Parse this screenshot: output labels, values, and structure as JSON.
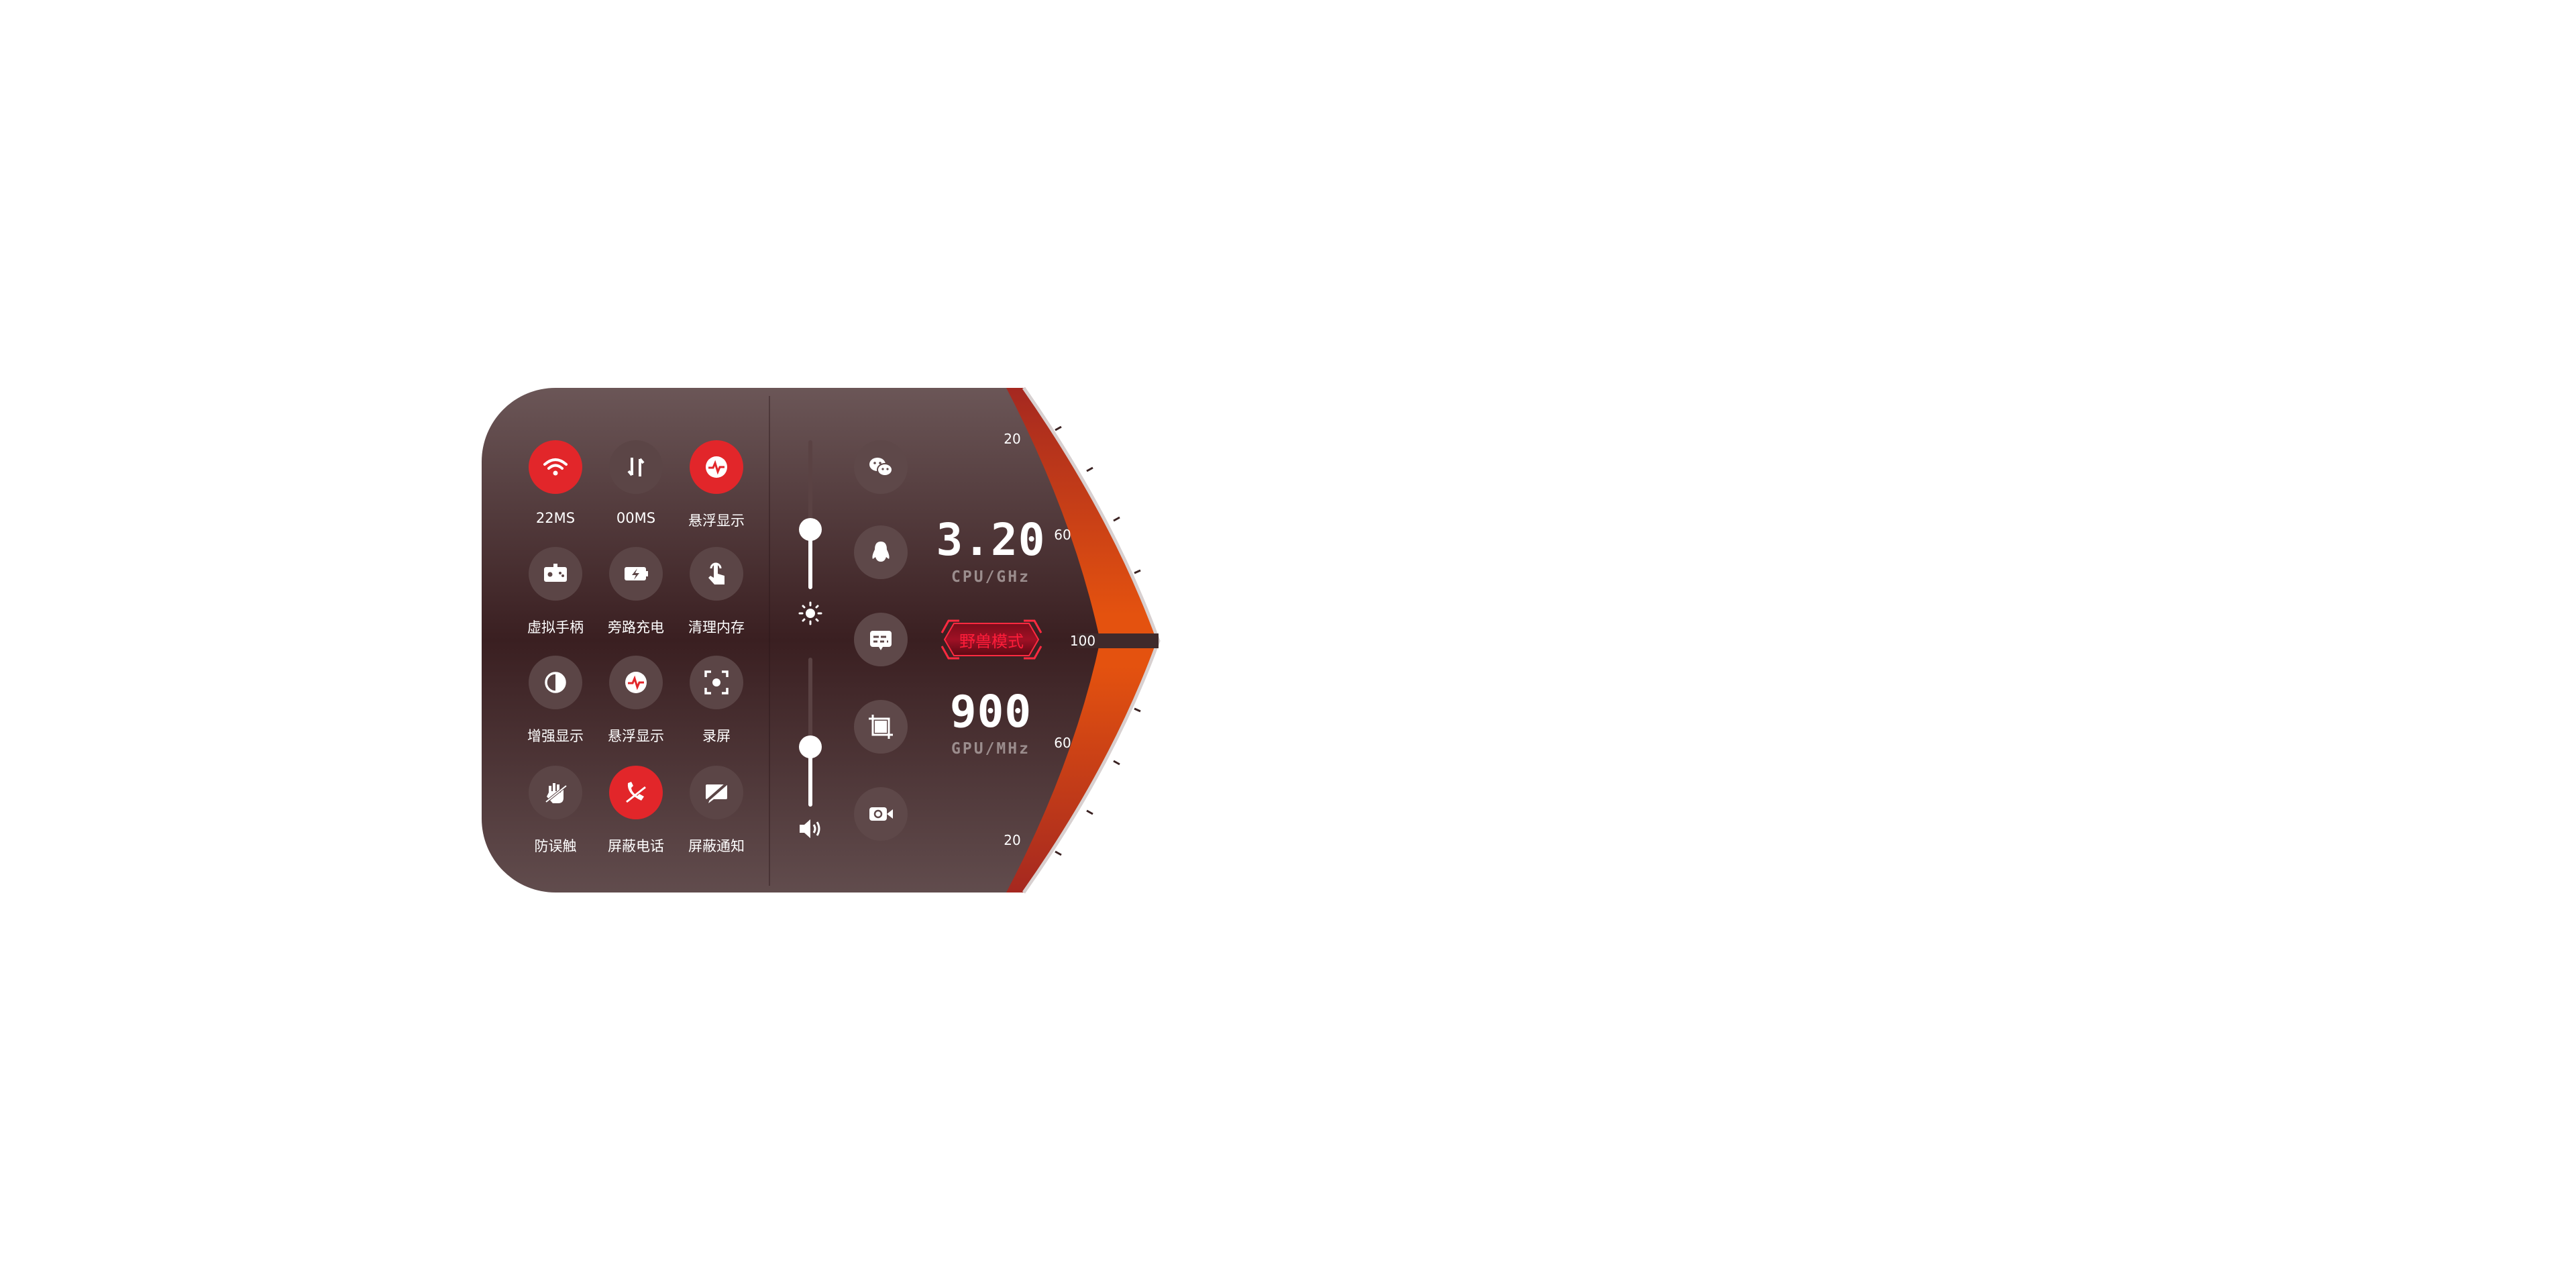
{
  "colors": {
    "accent_red": "#e2262a",
    "panel_top": "#6b5657",
    "panel_mid": "#3a1f21",
    "gauge_orange": "#e4520f"
  },
  "quick_tiles": [
    {
      "label": "22MS",
      "icon": "wifi-icon",
      "active": true
    },
    {
      "label": "00MS",
      "icon": "data-transfer-icon",
      "active": false
    },
    {
      "label": "悬浮显示",
      "icon": "pulse-icon",
      "active": true
    },
    {
      "label": "虚拟手柄",
      "icon": "gamepad-icon",
      "active": false
    },
    {
      "label": "旁路充电",
      "icon": "battery-charge-icon",
      "active": false
    },
    {
      "label": "清理内存",
      "icon": "tap-hand-icon",
      "active": false
    },
    {
      "label": "增强显示",
      "icon": "contrast-icon",
      "active": false
    },
    {
      "label": "悬浮显示",
      "icon": "pulse-icon",
      "active": false
    },
    {
      "label": "录屏",
      "icon": "screen-record-icon",
      "active": false
    },
    {
      "label": "防误触",
      "icon": "touch-block-icon",
      "active": false
    },
    {
      "label": "屏蔽电话",
      "icon": "phone-block-icon",
      "active": true
    },
    {
      "label": "屏蔽通知",
      "icon": "notification-block-icon",
      "active": false
    }
  ],
  "sliders": {
    "brightness": 0.4,
    "volume": 0.4
  },
  "apps": [
    "wechat-icon",
    "qq-icon",
    "message-icon",
    "crop-icon",
    "camera-icon"
  ],
  "stats": {
    "cpu_value": "3.20",
    "cpu_unit": "CPU/GHz",
    "gpu_value": "900",
    "gpu_unit": "GPU/MHz"
  },
  "mode_badge": "野兽模式",
  "gauge_scale": [
    "20",
    "60",
    "100",
    "60",
    "20"
  ],
  "gauge_level": 100
}
